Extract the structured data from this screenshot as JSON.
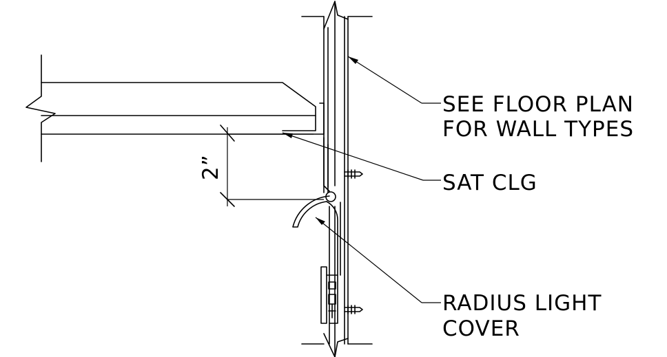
{
  "callouts": {
    "wall_line1": "SEE FLOOR PLAN",
    "wall_line2": "FOR WALL TYPES",
    "ceiling": "SAT CLG",
    "cover_line1": "RADIUS LIGHT",
    "cover_line2": "COVER"
  },
  "dimension": {
    "value": "2”"
  }
}
